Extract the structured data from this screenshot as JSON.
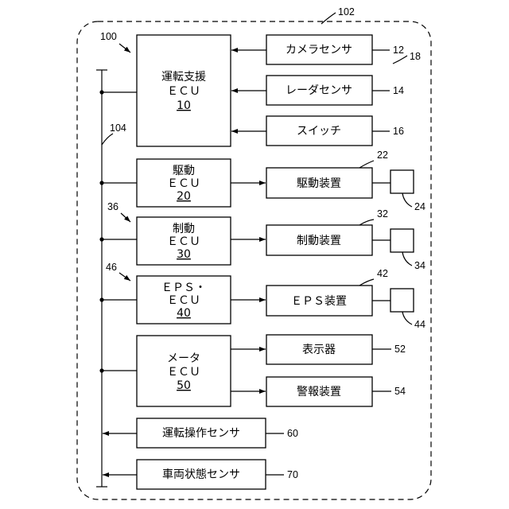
{
  "outline_ref": "102",
  "bus_ref": "104",
  "group_ref": "18",
  "ecus": [
    {
      "id": "assist",
      "ref": "100",
      "line1": "運転支援",
      "line2": "ＥＣＵ",
      "code": "10"
    },
    {
      "id": "drive",
      "ref": "",
      "line1": "駆動",
      "line2": "ＥＣＵ",
      "code": "20"
    },
    {
      "id": "brake",
      "ref": "36",
      "line1": "制動",
      "line2": "ＥＣＵ",
      "code": "30"
    },
    {
      "id": "eps",
      "ref": "46",
      "line1": "ＥＰＳ・",
      "line2": "ＥＣＵ",
      "code": "40"
    },
    {
      "id": "meter",
      "ref": "",
      "line1": "メータ",
      "line2": "ＥＣＵ",
      "code": "50"
    }
  ],
  "sensors": [
    {
      "label": "カメラセンサ",
      "ref": "12"
    },
    {
      "label": "レーダセンサ",
      "ref": "14"
    },
    {
      "label": "スイッチ",
      "ref": "16"
    }
  ],
  "devices": [
    {
      "label": "駆動装置",
      "ref": "22",
      "actuator_ref": "24"
    },
    {
      "label": "制動装置",
      "ref": "32",
      "actuator_ref": "34"
    },
    {
      "label": "ＥＰＳ装置",
      "ref": "42",
      "actuator_ref": "44"
    }
  ],
  "outputs": [
    {
      "label": "表示器",
      "ref": "52"
    },
    {
      "label": "警報装置",
      "ref": "54"
    }
  ],
  "bus_sensors": [
    {
      "label": "運転操作センサ",
      "ref": "60"
    },
    {
      "label": "車両状態センサ",
      "ref": "70"
    }
  ]
}
